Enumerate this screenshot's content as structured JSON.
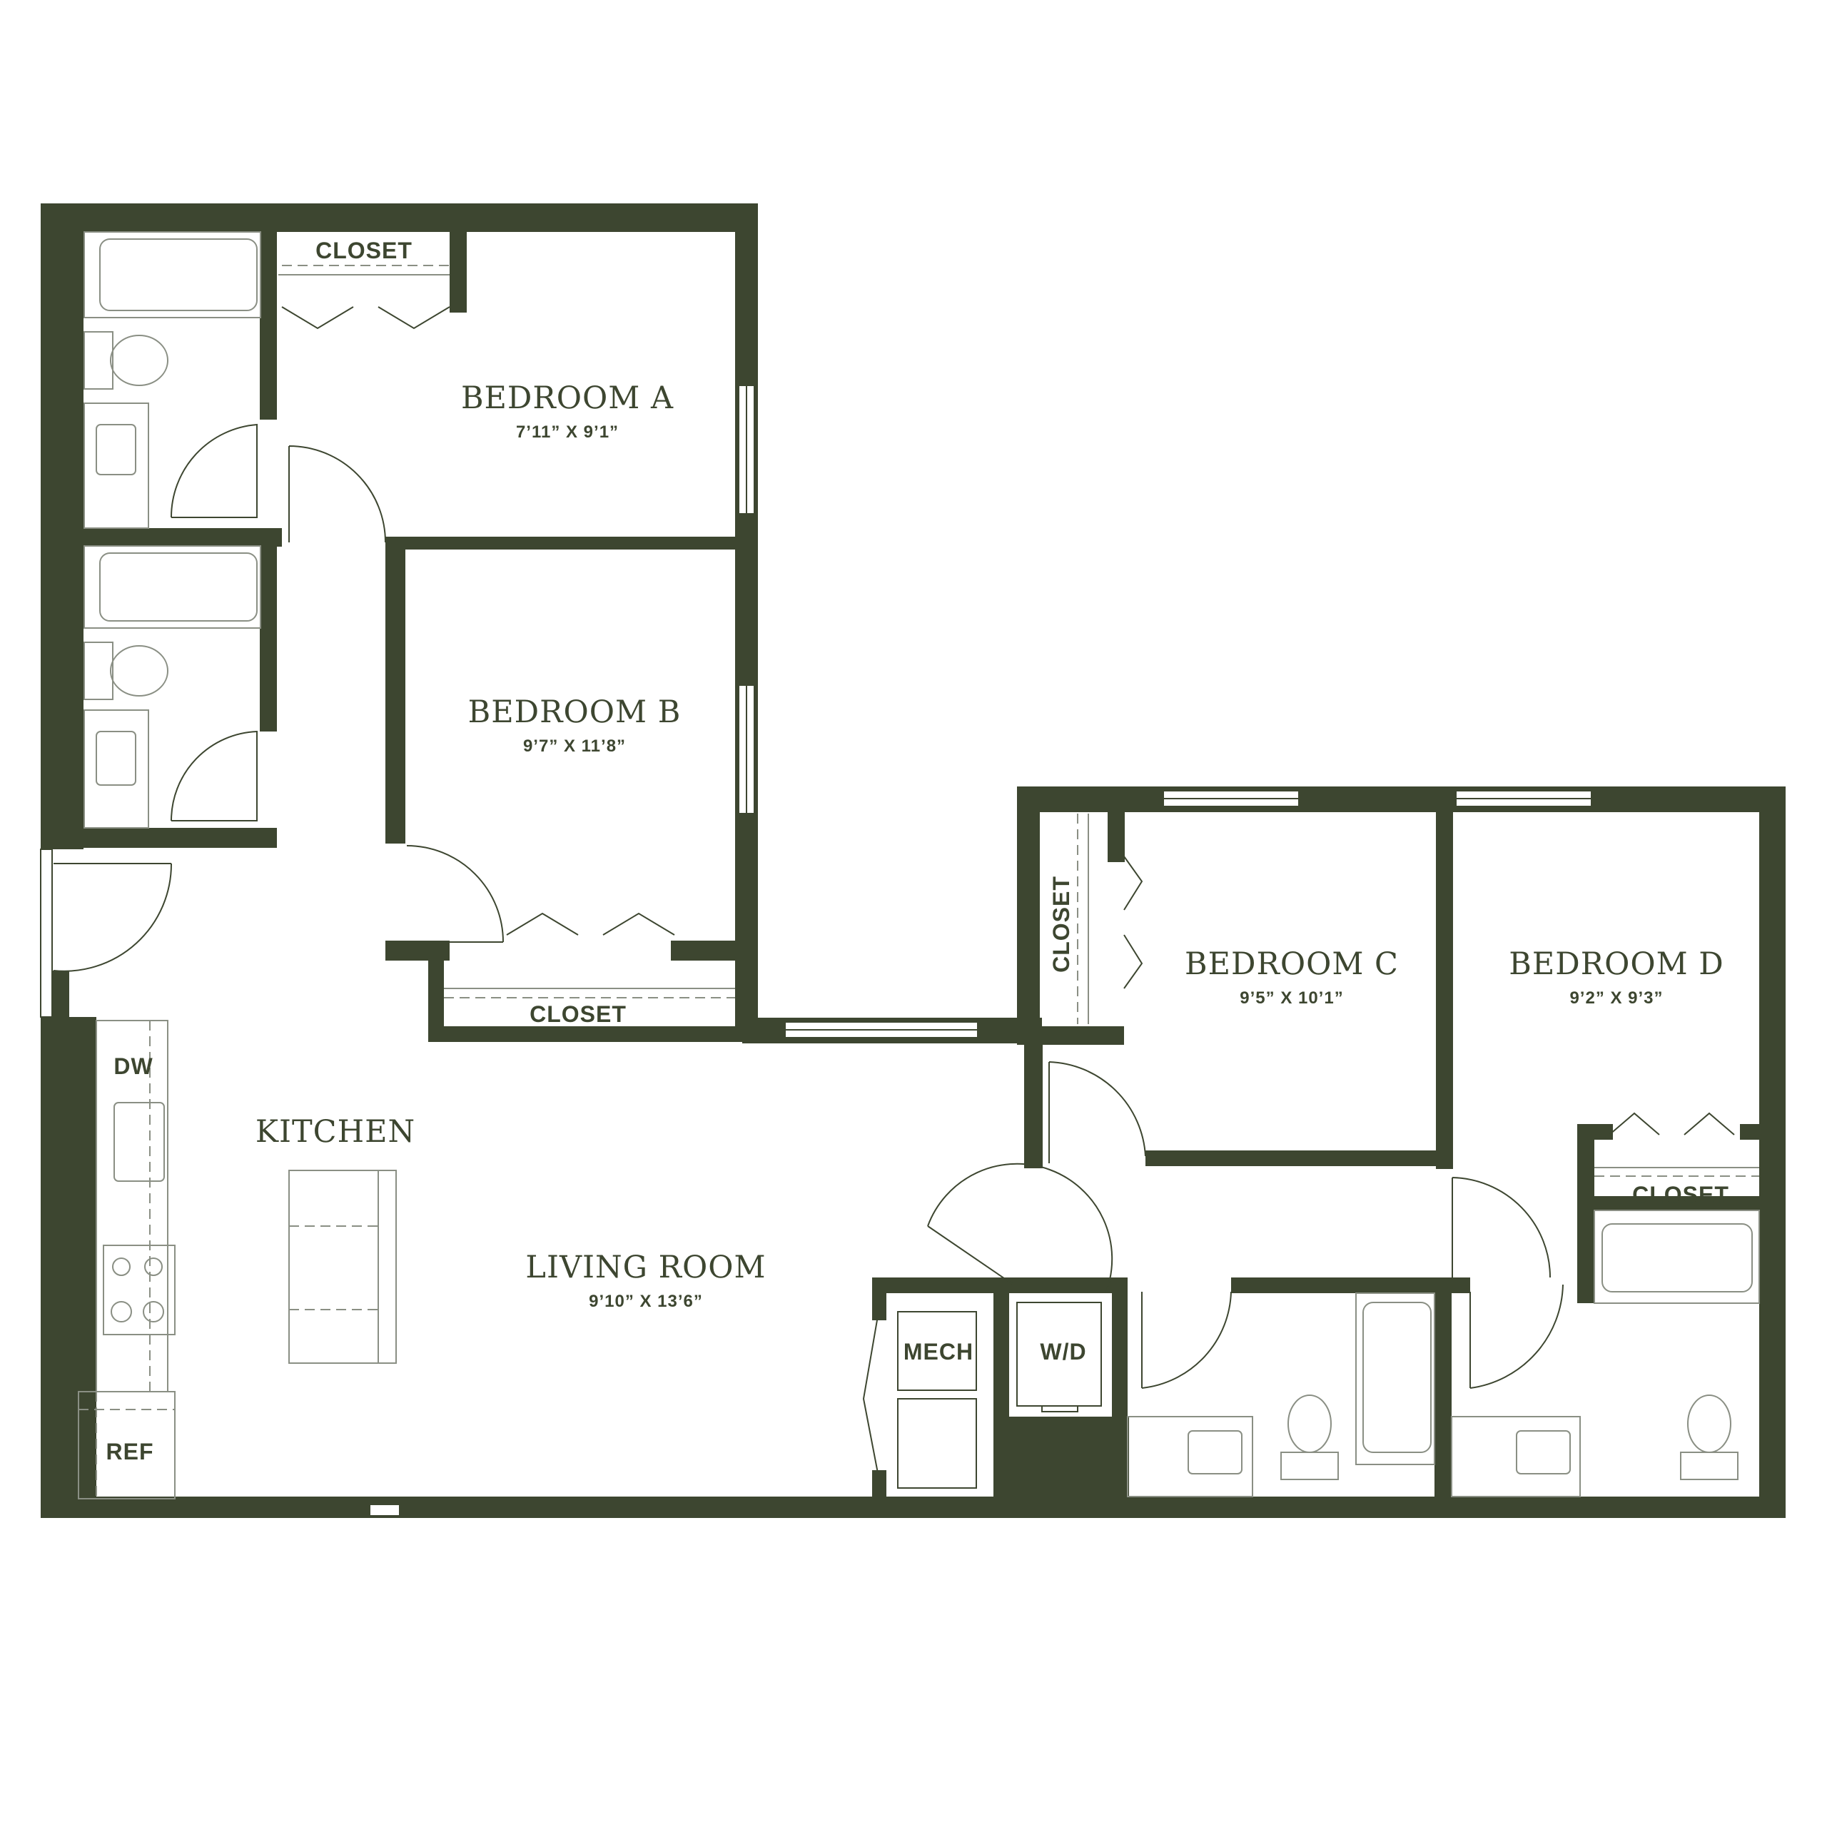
{
  "plan": {
    "colors": {
      "wall": "#3d4630",
      "background": "#ffffff",
      "fixture_line": "#8a8f84"
    },
    "rooms": {
      "bedroom_a": {
        "name": "BEDROOM A",
        "dims": "7’11” X 9’1”"
      },
      "bedroom_b": {
        "name": "BEDROOM B",
        "dims": "9’7” X 11’8”"
      },
      "bedroom_c": {
        "name": "BEDROOM C",
        "dims": "9’5” X 10’1”"
      },
      "bedroom_d": {
        "name": "BEDROOM D",
        "dims": "9’2” X 9’3”"
      },
      "living_room": {
        "name": "LIVING ROOM",
        "dims": "9’10” X 13’6”"
      },
      "kitchen": {
        "name": "KITCHEN"
      }
    },
    "labels": {
      "closet_a": "CLOSET",
      "closet_b": "CLOSET",
      "closet_c": "CLOSET",
      "closet_d": "CLOSET",
      "dw": "DW",
      "ref": "REF",
      "mech": "MECH",
      "wd": "W/D"
    }
  }
}
